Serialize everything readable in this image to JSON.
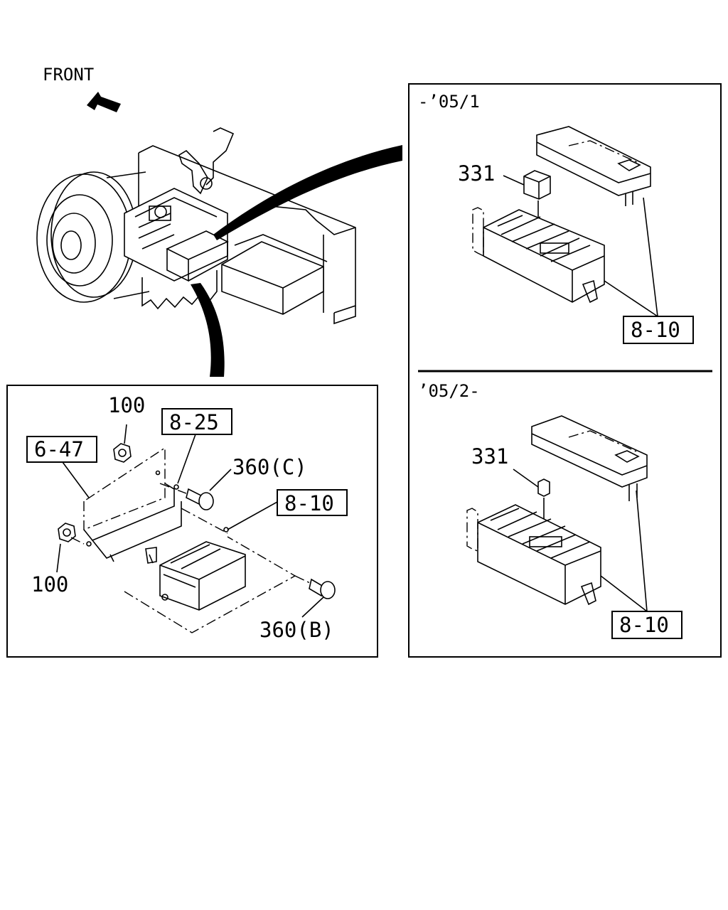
{
  "direction": {
    "label": "FRONT",
    "icon": "arrow-left-up-icon"
  },
  "variant_top": {
    "period": "-’05/1",
    "relay_part": "331",
    "fuse_box_part": "8-10"
  },
  "variant_bottom": {
    "period": "’05/2-",
    "relay_part": "331",
    "fuse_box_part": "8-10"
  },
  "mounting_detail": {
    "nut_upper": "100",
    "nut_lower": "100",
    "bracket_part": "6-47",
    "harness_part": "8-25",
    "bolt_c": "360(C)",
    "bolt_b": "360(B)",
    "fuse_box_part": "8-10"
  }
}
